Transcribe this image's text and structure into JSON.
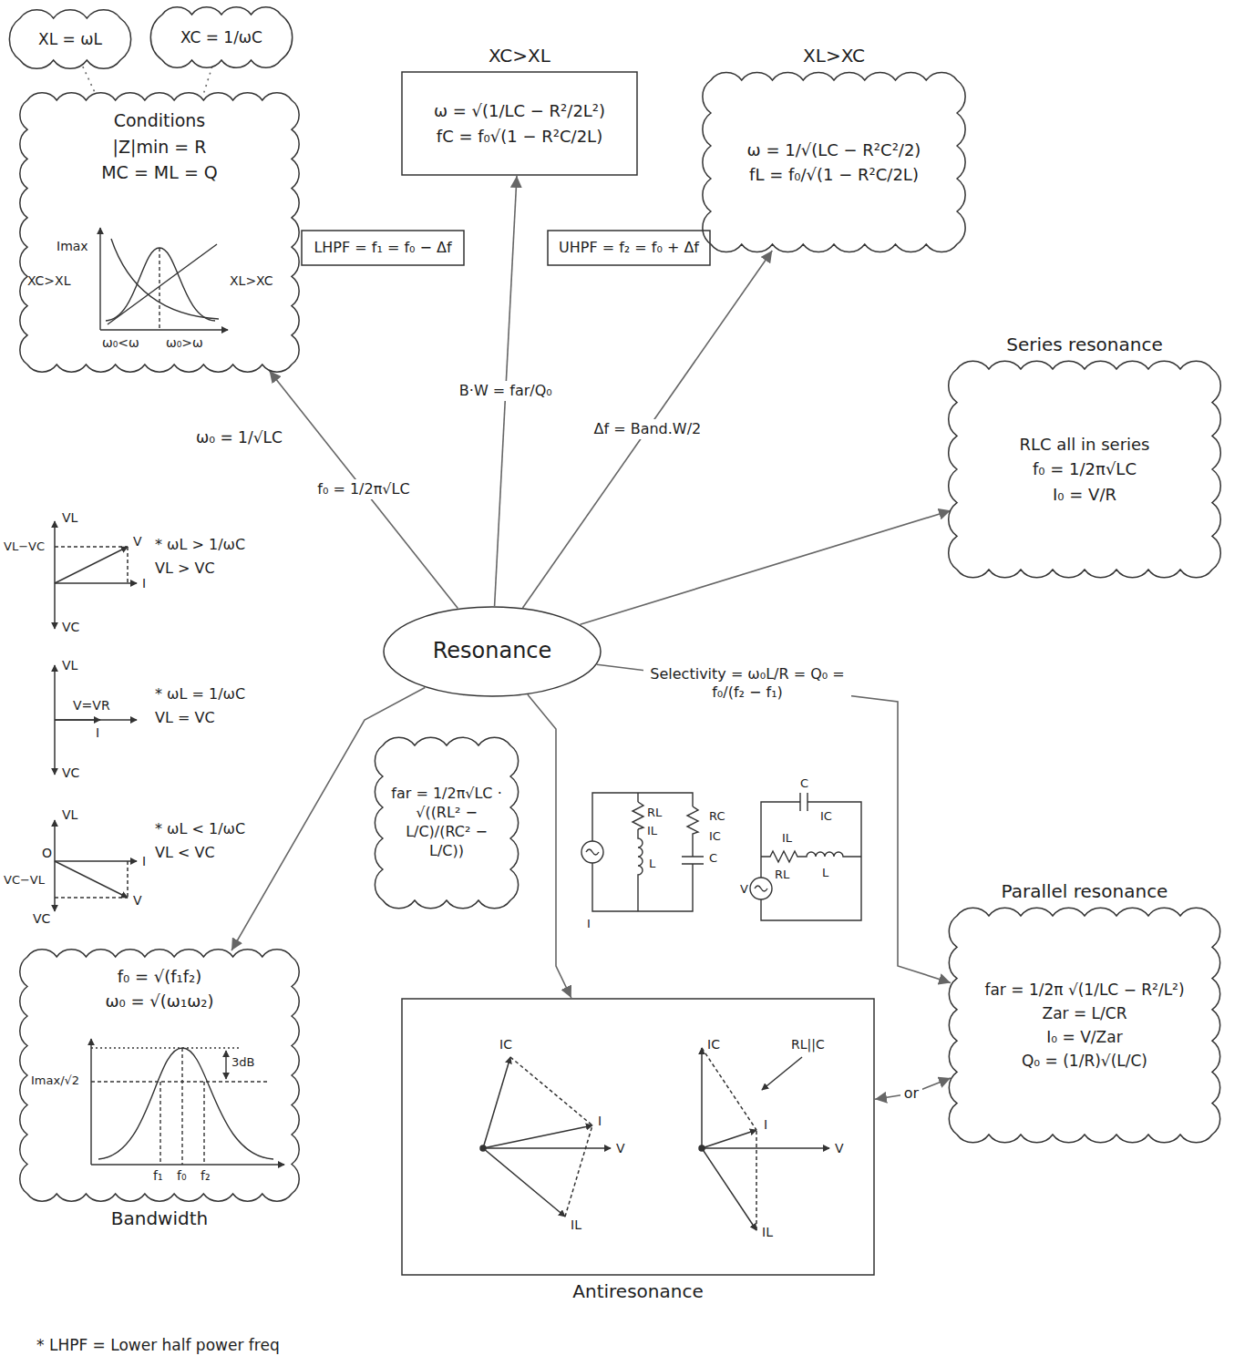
{
  "diagram": {
    "nodes": [
      {
        "text": [
          "XL = ωL"
        ]
      },
      {
        "text": [
          "XC = 1/ωC"
        ]
      },
      {
        "text": [
          "Conditions",
          "|Z|min = R",
          "MC = ML = Q"
        ]
      },
      {
        "text": [
          "XC>XL",
          "ω = √(1/LC − R²/2L²)",
          "fC = f₀√(1 − R²C/2L)"
        ]
      },
      {
        "text": [
          "XL>XC",
          "ω = 1/√(LC − R²C²/2)",
          "fL = f₀/√(1 − R²C/2L)"
        ]
      },
      {
        "text": [
          "Series resonance",
          "RLC all in series",
          "f₀ = 1/2π√LC",
          "I₀ = V/R"
        ]
      },
      {
        "text": [
          "LHPF = f₁ = f₀ − Δf"
        ]
      },
      {
        "text": [
          "UHPF = f₂ = f₀ + Δf"
        ]
      },
      {
        "text": [
          "Resonance"
        ]
      },
      {
        "text": [
          "far = 1/2π√LC · √((RL² − L/C)/(RC² − L/C))"
        ]
      },
      {
        "text": [
          "Bandwidth",
          "f₀ = √(f₁f₂)",
          "ω₀ = √(ω₁ω₂)"
        ]
      },
      {
        "text": [
          "Antiresonance"
        ]
      },
      {
        "text": [
          "Parallel resonance",
          "far = 1/2π √(1/LC − R²/L²)",
          "Zar = L/CR",
          "I₀ = V/Zar",
          "Q₀ = (1/R)√(L/C)"
        ]
      }
    ],
    "edges": [
      {
        "from": 0,
        "to": 2,
        "arrow": "none"
      },
      {
        "from": 1,
        "to": 2,
        "arrow": "none"
      },
      {
        "from": 8,
        "to": 2,
        "arrow": "to",
        "label": "f₀ = 1/2π√LC"
      },
      {
        "from": 8,
        "to": 3,
        "arrow": "to",
        "label": "B·W = far/Q₀"
      },
      {
        "from": 8,
        "to": 4,
        "arrow": "to",
        "label": "Δf = Band.W/2"
      },
      {
        "from": 8,
        "to": 5,
        "arrow": "to"
      },
      {
        "from": 8,
        "to": 12,
        "arrow": "to",
        "label": "Selectivity = ω₀L/R = Q₀ = f₀/(f₂ − f₁)"
      },
      {
        "from": 8,
        "to": 11,
        "arrow": "to"
      },
      {
        "from": 8,
        "to": 10,
        "arrow": "to"
      },
      {
        "from": 12,
        "to": 11,
        "arrow": "both",
        "label": "or"
      }
    ],
    "labels": [
      "ω₀ = 1/√LC",
      "Imax",
      "XC>XL",
      "XL>XC",
      "ω₀<ω",
      "ω₀>ω",
      "VL",
      "VC",
      "V",
      "I",
      "VL−VC",
      "* ωL > 1/ωC",
      "VL > VC",
      "VL",
      "V=VR",
      "I",
      "VC",
      "* ωL = 1/ωC",
      "VL = VC",
      "VL",
      "O",
      "VC−VL",
      "VC",
      "V",
      "I",
      "* ωL < 1/ωC",
      "VL < VC",
      "Imax/√2",
      "3dB",
      "f₁",
      "f₀",
      "f₂",
      "I",
      "RL",
      "IL",
      "L",
      "RC",
      "IC",
      "C",
      "C",
      "IC",
      "IL",
      "RL",
      "L",
      "V",
      "IC",
      "V",
      "I",
      "IL",
      "IC",
      "V",
      "I",
      "IL",
      "RL||C",
      "* LHPF = Lower half power freq"
    ]
  }
}
